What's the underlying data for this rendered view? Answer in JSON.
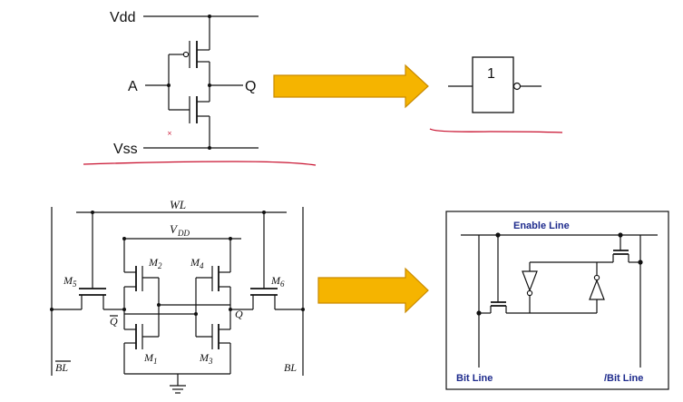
{
  "inverter": {
    "vdd": "Vdd",
    "vss": "Vss",
    "input": "A",
    "output": "Q",
    "gate_symbol": "1"
  },
  "sram6t": {
    "wl": "WL",
    "vdd": "V",
    "vdd_sub": "DD",
    "m1": "M",
    "m1_sub": "1",
    "m2": "M",
    "m2_sub": "2",
    "m3": "M",
    "m3_sub": "3",
    "m4": "M",
    "m4_sub": "4",
    "m5": "M",
    "m5_sub": "5",
    "m6": "M",
    "m6_sub": "6",
    "q": "Q",
    "qbar": "Q",
    "bl": "BL",
    "blbar": "BL"
  },
  "sram_logic": {
    "enable_line": "Enable Line",
    "bit_line": "Bit Line",
    "bit_line_bar": "/Bit Line"
  },
  "colors": {
    "arrow_fill": "#f5b400",
    "arrow_stroke": "#c98a00",
    "annotation_red": "#c8102e",
    "logic_text_blue": "#1d2a8c"
  }
}
